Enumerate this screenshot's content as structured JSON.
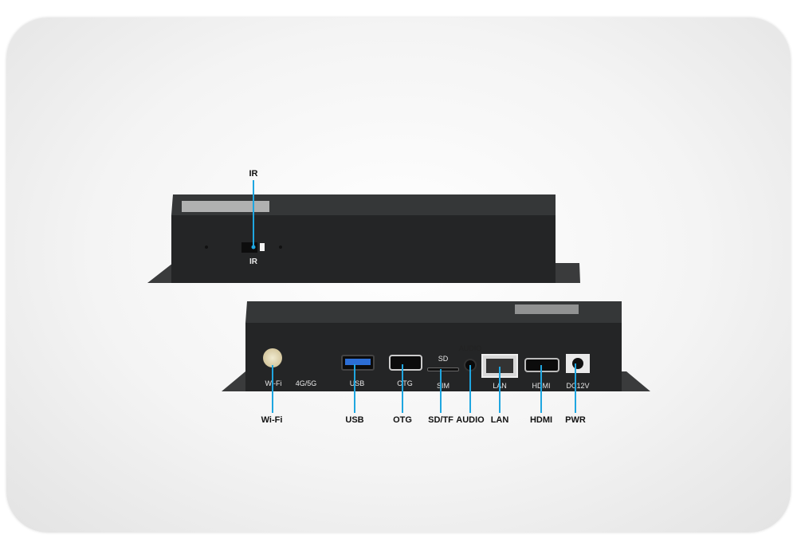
{
  "top_device": {
    "callout": "IR",
    "panel_label": "IR"
  },
  "bottom_device": {
    "panel_labels": {
      "wifi": "Wi-Fi",
      "cellular": "4G/5G",
      "usb": "USB",
      "otg": "OTG",
      "sd": "SD",
      "sim": "SIM",
      "audio": "AUDIO",
      "lan": "LAN",
      "hdmi": "HDMI",
      "dc": "DC12V"
    },
    "callouts": [
      "Wi-Fi",
      "USB",
      "OTG",
      "SD/TF",
      "AUDIO",
      "LAN",
      "HDMI",
      "PWR"
    ]
  },
  "colors": {
    "callout_line": "#1fa6e0",
    "device": "#262728"
  }
}
